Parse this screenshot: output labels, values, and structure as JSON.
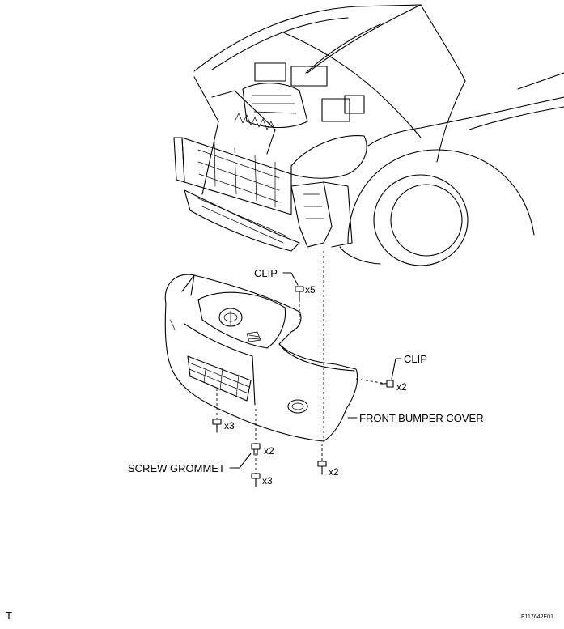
{
  "labels": {
    "clip_top": "CLIP",
    "clip_top_qty": "x5",
    "clip_right": "CLIP",
    "clip_right_qty": "x2",
    "front_bumper_cover": "FRONT BUMPER COVER",
    "screw_left_qty": "x3",
    "grommet_qty": "x2",
    "screw_grommet": "SCREW GROMMET",
    "screw_center_qty": "x3",
    "screw_right_qty": "x2"
  },
  "footer": {
    "left_mark": "T",
    "figure_code": "E117642E01"
  }
}
